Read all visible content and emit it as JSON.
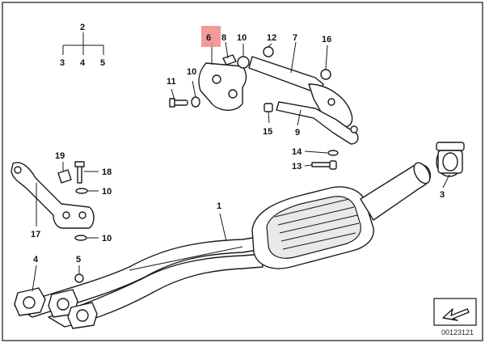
{
  "diagram": {
    "catalog_number": "00123121",
    "highlighted_part": "6",
    "highlight_color": "#f08a8a",
    "tree": {
      "root": "2",
      "children": [
        "3",
        "4",
        "5"
      ]
    },
    "callouts": [
      {
        "id": "c6",
        "label": "6"
      },
      {
        "id": "c8",
        "label": "8"
      },
      {
        "id": "c10a",
        "label": "10"
      },
      {
        "id": "c12",
        "label": "12"
      },
      {
        "id": "c7",
        "label": "7"
      },
      {
        "id": "c16",
        "label": "16"
      },
      {
        "id": "c11",
        "label": "11"
      },
      {
        "id": "c10b",
        "label": "10"
      },
      {
        "id": "c15",
        "label": "15"
      },
      {
        "id": "c9",
        "label": "9"
      },
      {
        "id": "c14",
        "label": "14"
      },
      {
        "id": "c13",
        "label": "13"
      },
      {
        "id": "c19",
        "label": "19"
      },
      {
        "id": "c18",
        "label": "18"
      },
      {
        "id": "c10c",
        "label": "10"
      },
      {
        "id": "c17",
        "label": "17"
      },
      {
        "id": "c10d",
        "label": "10"
      },
      {
        "id": "c1",
        "label": "1"
      },
      {
        "id": "c3",
        "label": "3"
      },
      {
        "id": "c4",
        "label": "4"
      },
      {
        "id": "c5",
        "label": "5"
      }
    ]
  }
}
